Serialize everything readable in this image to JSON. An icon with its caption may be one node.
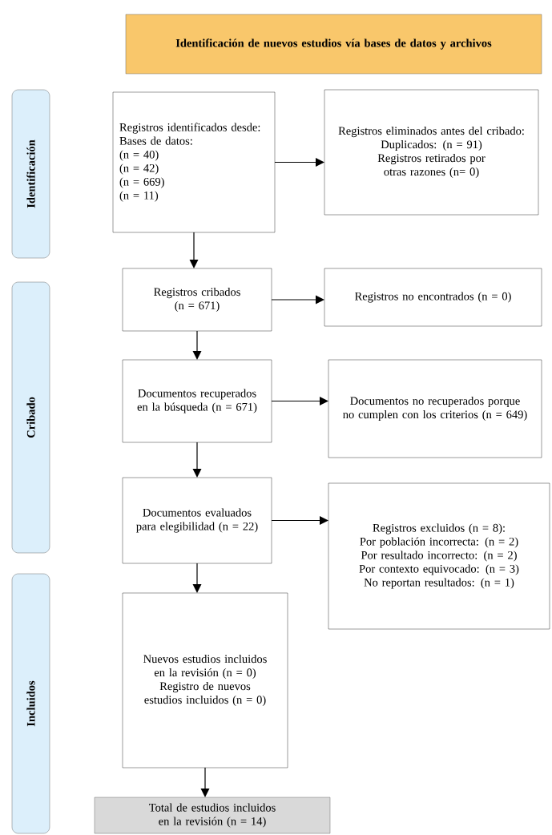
{
  "diagram": {
    "nodes": [
      {
        "text": [
          "Identificación de nuevos estudios vía bases de datos y archivos"
        ]
      },
      {
        "text": [
          "Identificación"
        ]
      },
      {
        "text": [
          "Cribado"
        ]
      },
      {
        "text": [
          "Incluidos"
        ]
      },
      {
        "text": [
          "Registros identificados desde:",
          "Bases de datos:",
          "(n = 40)",
          "(n = 42)",
          "(n = 669)",
          "(n = 11)"
        ]
      },
      {
        "text": [
          "Registros eliminados antes del cribado:",
          "Duplicados: (n = 91)",
          "Registros retirados por otras razones (n= 0)"
        ]
      },
      {
        "text": [
          "Registros cribados (n = 671)"
        ]
      },
      {
        "text": [
          "Registros no encontrados (n = 0)"
        ]
      },
      {
        "text": [
          "Documentos recuperados en la búsqueda (n = 671)"
        ]
      },
      {
        "text": [
          "Documentos no recuperados porque no cumplen con los criterios (n = 649)"
        ]
      },
      {
        "text": [
          "Documentos evaluados para elegibilidad (n = 22)"
        ]
      },
      {
        "text": [
          "Registros excluidos (n = 8):",
          "Por población incorrecta: (n = 2)",
          "Por resultado incorrecto: (n = 2)",
          "Por contexto equivocado: (n = 3)",
          "No reportan resultados: (n = 1)"
        ]
      },
      {
        "text": [
          "Nuevos estudios incluidos en la revisión (n = 0)",
          "Registro de nuevos estudios incluidos (n = 0)"
        ]
      },
      {
        "text": [
          "Total de estudios incluidos en la revisión (n = 14)"
        ]
      }
    ],
    "edges": [
      {
        "from": 4,
        "to": 5,
        "arrow": "to"
      },
      {
        "from": 4,
        "to": 6,
        "arrow": "to"
      },
      {
        "from": 6,
        "to": 7,
        "arrow": "to"
      },
      {
        "from": 6,
        "to": 8,
        "arrow": "to"
      },
      {
        "from": 8,
        "to": 9,
        "arrow": "to"
      },
      {
        "from": 8,
        "to": 10,
        "arrow": "to"
      },
      {
        "from": 10,
        "to": 11,
        "arrow": "to"
      },
      {
        "from": 10,
        "to": 12,
        "arrow": "to"
      },
      {
        "from": 12,
        "to": 13,
        "arrow": "to"
      }
    ]
  }
}
